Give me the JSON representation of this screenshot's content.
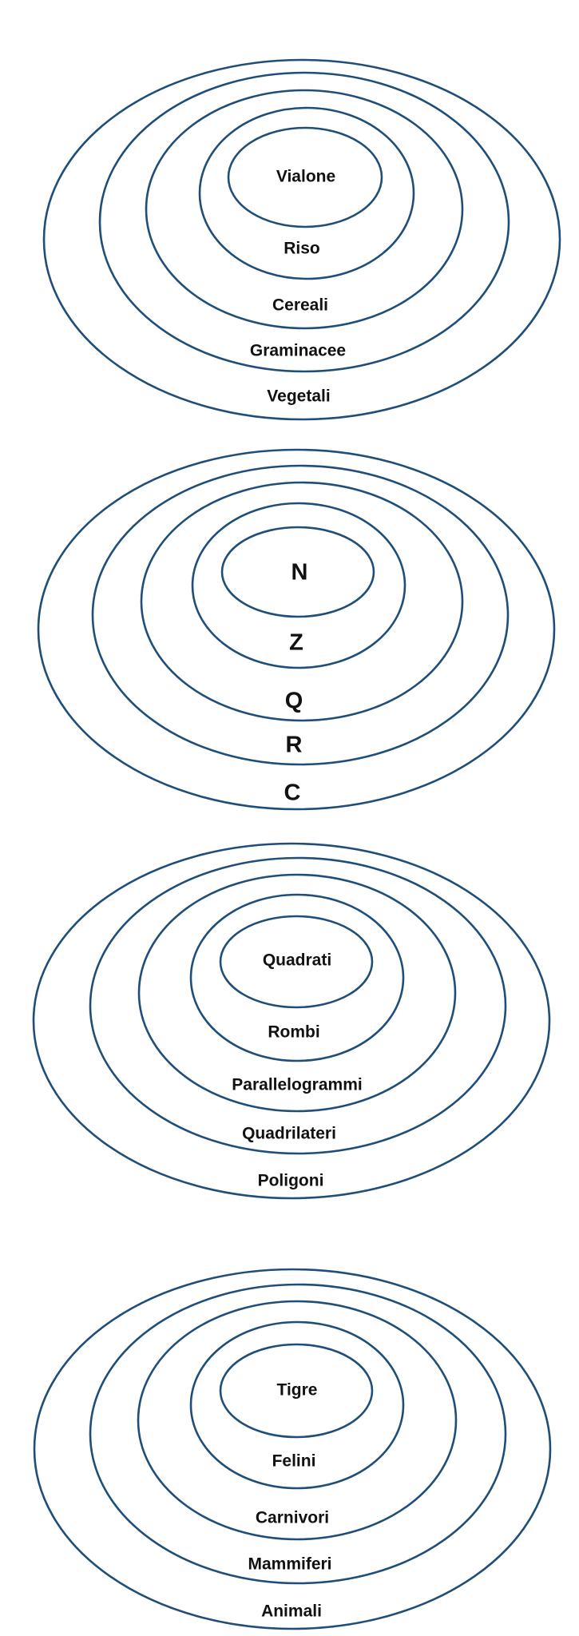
{
  "colors": {
    "ring_stroke": "#1f4e79",
    "label_text": "#111111",
    "background": "#ffffff"
  },
  "diagrams": [
    {
      "name": "rice-classification",
      "labels": [
        "Vialone",
        "Riso",
        "Cereali",
        "Graminacee",
        "Vegetali"
      ]
    },
    {
      "name": "number-sets",
      "labels": [
        "N",
        "Z",
        "Q",
        "R",
        "C"
      ]
    },
    {
      "name": "quadrilateral-classification",
      "labels": [
        "Quadrati",
        "Rombi",
        "Parallelogrammi",
        "Quadrilateri",
        "Poligoni"
      ]
    },
    {
      "name": "animal-classification",
      "labels": [
        "Tigre",
        "Felini",
        "Carnivori",
        "Mammiferi",
        "Animali"
      ]
    }
  ]
}
